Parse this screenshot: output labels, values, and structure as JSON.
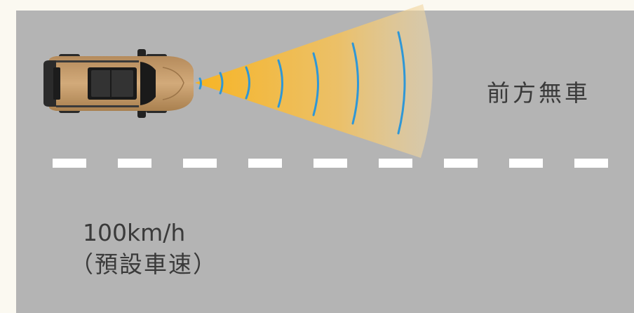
{
  "labels": {
    "no_vehicle_ahead": "前方無車",
    "speed": "100km/h",
    "speed_note": "（預設車速）"
  },
  "colors": {
    "background": "#fbf9f1",
    "road": "#b4b4b4",
    "lane_marking": "#ffffff",
    "radar_beam": "#f5b830",
    "radar_wave": "#2f97d6",
    "car_body": "#c79c6b",
    "text": "#3a3a3a"
  },
  "icons": {
    "vehicle": "car-top-view-icon",
    "radar": "radar-beam-icon"
  }
}
